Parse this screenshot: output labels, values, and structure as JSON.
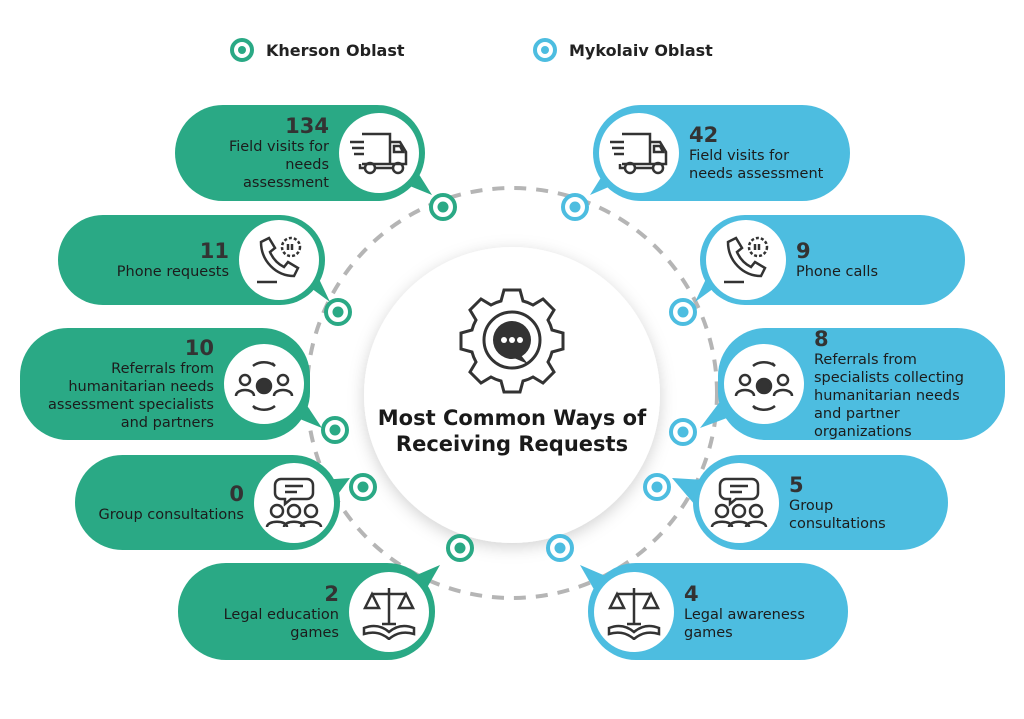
{
  "legend": [
    {
      "label": "Kherson Oblast",
      "color": "#2aa985"
    },
    {
      "label": "Mykolaiv Oblast",
      "color": "#4dbde0"
    }
  ],
  "center": {
    "title": "Most Common Ways of Receiving Requests",
    "icon": "gear-chat-icon"
  },
  "kherson": [
    {
      "value": "134",
      "label": "Field visits for needs assessment",
      "icon": "truck-icon"
    },
    {
      "value": "11",
      "label": "Phone requests",
      "icon": "phone-icon"
    },
    {
      "value": "10",
      "label": "Referrals from humanitarian needs assessment specialists and partners",
      "icon": "people-globe-icon"
    },
    {
      "value": "0",
      "label": "Group consultations",
      "icon": "group-chat-icon"
    },
    {
      "value": "2",
      "label": "Legal education games",
      "icon": "scales-book-icon"
    }
  ],
  "mykolaiv": [
    {
      "value": "42",
      "label": "Field visits for needs assessment",
      "icon": "truck-icon"
    },
    {
      "value": "9",
      "label": "Phone calls",
      "icon": "phone-icon"
    },
    {
      "value": "8",
      "label": "Referrals from specialists collecting humanitarian needs and partner organizations",
      "icon": "people-globe-icon"
    },
    {
      "value": "5",
      "label": "Group consultations",
      "icon": "group-chat-icon"
    },
    {
      "value": "4",
      "label": "Legal awareness games",
      "icon": "scales-book-icon"
    }
  ]
}
